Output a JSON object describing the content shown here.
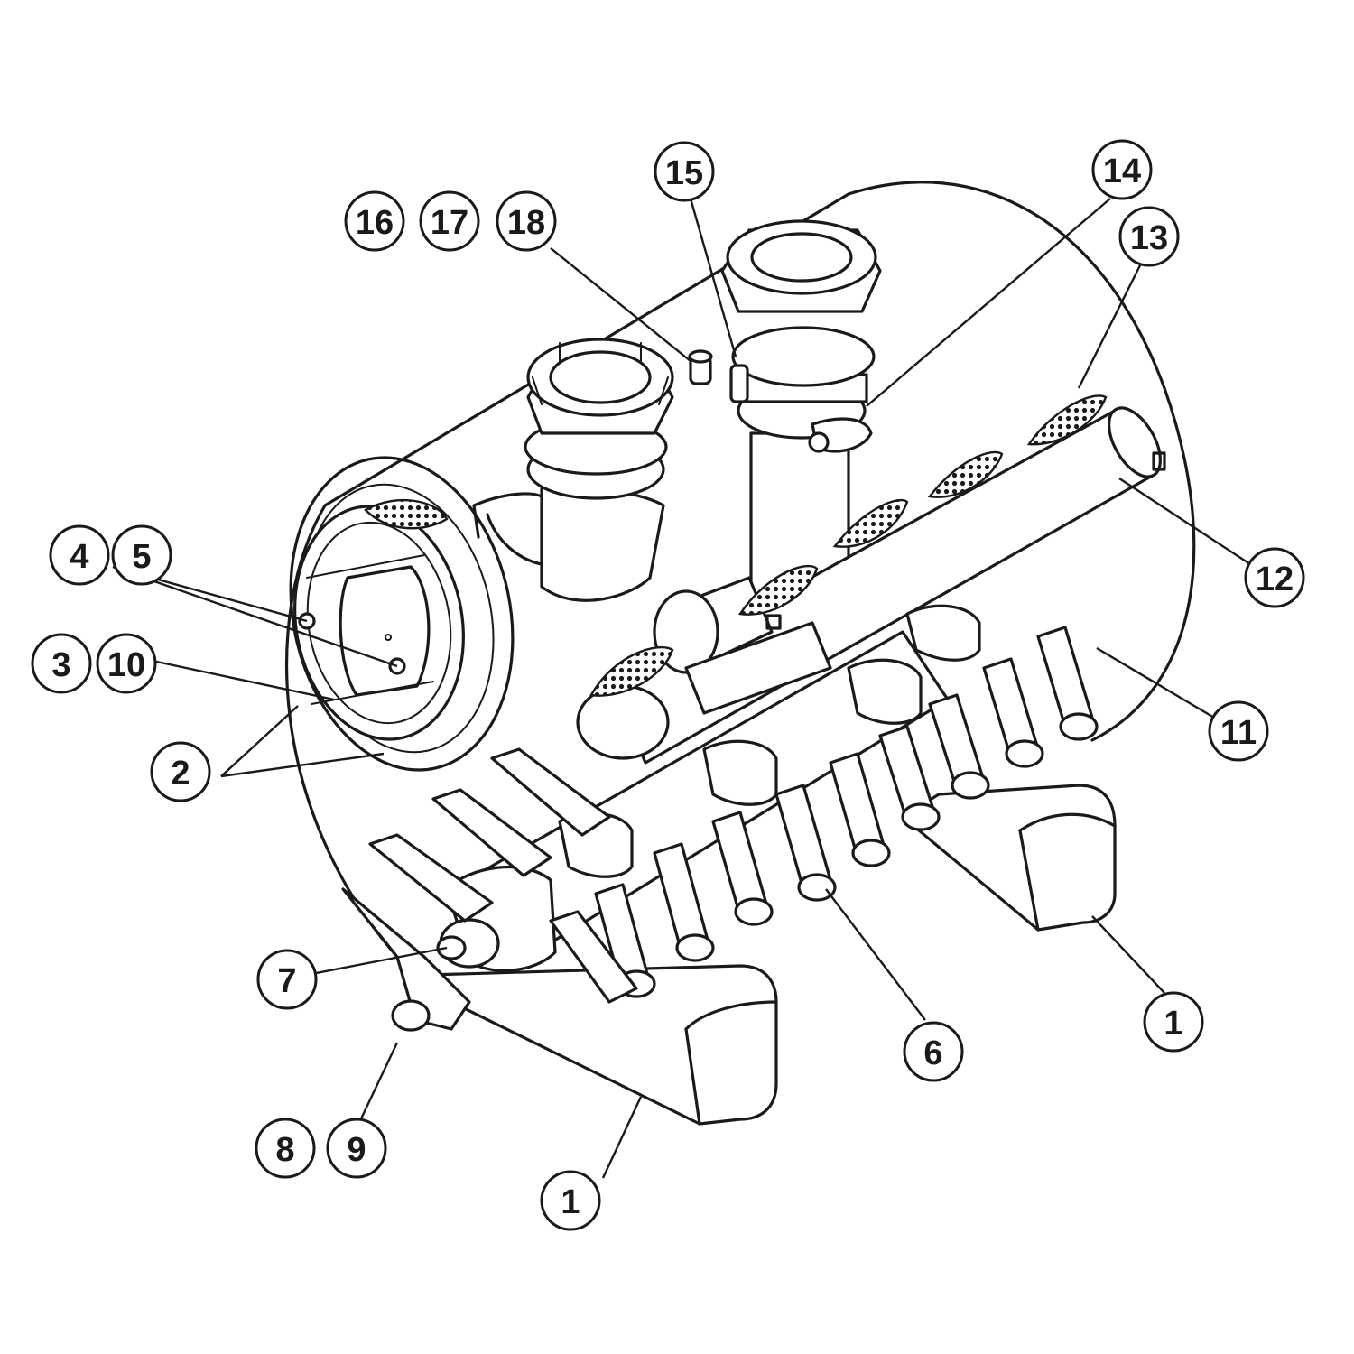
{
  "diagram": {
    "callouts": [
      {
        "id": "c1a",
        "label": "1"
      },
      {
        "id": "c1b",
        "label": "1"
      },
      {
        "id": "c2",
        "label": "2"
      },
      {
        "id": "c3",
        "label": "3"
      },
      {
        "id": "c4",
        "label": "4"
      },
      {
        "id": "c5",
        "label": "5"
      },
      {
        "id": "c6",
        "label": "6"
      },
      {
        "id": "c7",
        "label": "7"
      },
      {
        "id": "c8",
        "label": "8"
      },
      {
        "id": "c9",
        "label": "9"
      },
      {
        "id": "c10",
        "label": "10"
      },
      {
        "id": "c11",
        "label": "11"
      },
      {
        "id": "c12",
        "label": "12"
      },
      {
        "id": "c13",
        "label": "13"
      },
      {
        "id": "c14",
        "label": "14"
      },
      {
        "id": "c15",
        "label": "15"
      },
      {
        "id": "c16",
        "label": "16"
      },
      {
        "id": "c17",
        "label": "17"
      },
      {
        "id": "c18",
        "label": "18"
      }
    ]
  },
  "colors": {
    "ink": "#1a1a1a",
    "paper": "#ffffff"
  }
}
